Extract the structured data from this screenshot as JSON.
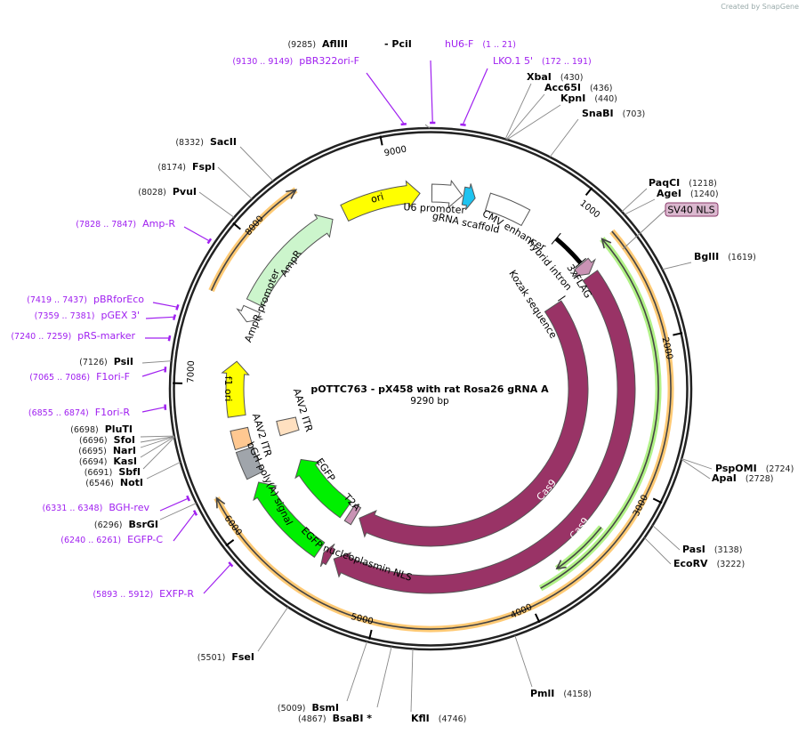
{
  "credit": "Created by SnapGene",
  "title": "pOTTC763 - pX458 with rat Rosa26 gRNA A",
  "length_label": "9290 bp",
  "length": 9290,
  "ticks": [
    "1000",
    "2000",
    "3000",
    "4000",
    "5000",
    "6000",
    "7000",
    "8000",
    "9000"
  ],
  "features": [
    {
      "name": "ori",
      "start": 8617,
      "end": 9210,
      "track": "A",
      "color": "#ffff00",
      "dir": "cw"
    },
    {
      "name": "U6 promoter",
      "start": 10,
      "end": 241,
      "track": "A",
      "color": "#ffffff",
      "dir": "cw"
    },
    {
      "name": "gRNA scaffold",
      "start": 250,
      "end": 340,
      "track": "A",
      "color": "#1ec3f0",
      "dir": "cw"
    },
    {
      "name": "CMV enhancer",
      "start": 440,
      "end": 750,
      "track": "A",
      "color": "#ffffff",
      "dir": "none"
    },
    {
      "name": "hybrid intron",
      "start": 1030,
      "end": 1290,
      "track": "A",
      "color": "#000000",
      "dir": "bar"
    },
    {
      "name": "3xFLAG",
      "start": 1300,
      "end": 1395,
      "track": "A",
      "color": "#c993b4",
      "dir": "cw"
    },
    {
      "name": "Cas9",
      "start": 1410,
      "end": 5410,
      "track": "A",
      "color": "#993366",
      "dir": "cw"
    },
    {
      "name": "nucleoplasmin NLS",
      "start": 5440,
      "end": 5500,
      "track": "A",
      "color": "#993366",
      "dir": "cw"
    },
    {
      "name": "EGFP",
      "start": 5538,
      "end": 6232,
      "track": "A",
      "color": "#00f000",
      "dir": "cw"
    },
    {
      "name": "bGH poly(A) signal",
      "start": 6290,
      "end": 6500,
      "track": "A",
      "color": "#a0a5ab",
      "dir": "none"
    },
    {
      "name": "AAV2 ITR",
      "start": 6520,
      "end": 6660,
      "track": "A",
      "color": "#ffc891",
      "dir": "none"
    },
    {
      "name": "f1 ori",
      "start": 6760,
      "end": 7175,
      "track": "A",
      "color": "#ffff00",
      "dir": "cw"
    },
    {
      "name": "AmpR promoter",
      "start": 7484,
      "end": 7587,
      "track": "A",
      "color": "#ffffff",
      "dir": "ccw"
    },
    {
      "name": "AmpR",
      "start": 7640,
      "end": 8516,
      "track": "A",
      "color": "#ccf5cc",
      "dir": "cw"
    },
    {
      "name": "Kozak sequence",
      "start": 1430,
      "end": 1440,
      "track": "B",
      "color": "#000000",
      "dir": "tick"
    },
    {
      "name": "Cas9",
      "start": 1445,
      "end": 5390,
      "track": "B",
      "color": "#993366",
      "dir": "cw"
    },
    {
      "name": "T2A",
      "start": 5430,
      "end": 5500,
      "track": "B",
      "color": "#c993b4",
      "dir": "none"
    },
    {
      "name": "EGFP",
      "start": 5550,
      "end": 6230,
      "track": "B",
      "color": "#00f000",
      "dir": "cw"
    },
    {
      "name": "AAV2 ITR",
      "start": 6520,
      "end": 6660,
      "track": "B",
      "color": "#ffe0c0",
      "dir": "none"
    }
  ],
  "orfs": [
    {
      "start": 7590,
      "end": 8410,
      "color": "#ffc466",
      "ring": "orange",
      "dir": "cw"
    },
    {
      "start": 1265,
      "end": 6270,
      "color": "#ffc466",
      "ring": "orange",
      "dir": "cw"
    },
    {
      "start": 1260,
      "end": 3900,
      "color": "#a8f07a",
      "ring": "green1",
      "dir": "ccw"
    },
    {
      "start": 3330,
      "end": 3740,
      "color": "#a8f07a",
      "ring": "green2",
      "dir": "cw"
    }
  ],
  "sv40_nls": "SV40 NLS",
  "sites": [
    {
      "name": "AflIII",
      "pos": "(9285)",
      "bp": 9285
    },
    {
      "name": "- PciI",
      "pos": "",
      "bp": 9285
    },
    {
      "name": "XbaI",
      "pos": "(430)",
      "bp": 430
    },
    {
      "name": "Acc65I",
      "pos": "(436)",
      "bp": 436
    },
    {
      "name": "KpnI",
      "pos": "(440)",
      "bp": 440
    },
    {
      "name": "SnaBI",
      "pos": "(703)",
      "bp": 703
    },
    {
      "name": "PaqCI",
      "pos": "(1218)",
      "bp": 1218
    },
    {
      "name": "AgeI",
      "pos": "(1240)",
      "bp": 1240
    },
    {
      "name": "BglII",
      "pos": "(1619)",
      "bp": 1619
    },
    {
      "name": "PspOMI",
      "pos": "(2724)",
      "bp": 2724
    },
    {
      "name": "ApaI",
      "pos": "(2728)",
      "bp": 2728
    },
    {
      "name": "PasI",
      "pos": "(3138)",
      "bp": 3138
    },
    {
      "name": "EcoRV",
      "pos": "(3222)",
      "bp": 3222
    },
    {
      "name": "PmlI",
      "pos": "(4158)",
      "bp": 4158
    },
    {
      "name": "KflI",
      "pos": "(4746)",
      "bp": 4746
    },
    {
      "name": "BsaBI *",
      "pos": "(4867)",
      "bp": 4867
    },
    {
      "name": "BsmI",
      "pos": "(5009)",
      "bp": 5009
    },
    {
      "name": "FseI",
      "pos": "(5501)",
      "bp": 5501
    },
    {
      "name": "BsrGI",
      "pos": "(6296)",
      "bp": 6296
    },
    {
      "name": "NotI",
      "pos": "(6546)",
      "bp": 6546
    },
    {
      "name": "SbfI",
      "pos": "(6691)",
      "bp": 6691
    },
    {
      "name": "KasI",
      "pos": "(6694)",
      "bp": 6694
    },
    {
      "name": "NarI",
      "pos": "(6695)",
      "bp": 6695
    },
    {
      "name": "SfoI",
      "pos": "(6696)",
      "bp": 6696
    },
    {
      "name": "PluTI",
      "pos": "(6698)",
      "bp": 6698
    },
    {
      "name": "PsiI",
      "pos": "(7126)",
      "bp": 7126
    },
    {
      "name": "PvuI",
      "pos": "(8028)",
      "bp": 8028
    },
    {
      "name": "FspI",
      "pos": "(8174)",
      "bp": 8174
    },
    {
      "name": "SacII",
      "pos": "(8332)",
      "bp": 8332
    }
  ],
  "primers": [
    {
      "name": "hU6-F",
      "range": "(1 .. 21)",
      "bp": 11
    },
    {
      "name": "LKO.1 5'",
      "range": "(172 .. 191)",
      "bp": 181
    },
    {
      "name": "pBR322ori-F",
      "range": "(9130 .. 9149)",
      "bp": 9140
    },
    {
      "name": "Amp-R",
      "range": "(7828 .. 7847)",
      "bp": 7838
    },
    {
      "name": "pBRforEco",
      "range": "(7419 .. 7437)",
      "bp": 7428
    },
    {
      "name": "pGEX 3'",
      "range": "(7359 .. 7381)",
      "bp": 7370
    },
    {
      "name": "pRS-marker",
      "range": "(7240 .. 7259)",
      "bp": 7250
    },
    {
      "name": "F1ori-F",
      "range": "(7065 .. 7086)",
      "bp": 7075
    },
    {
      "name": "F1ori-R",
      "range": "(6855 .. 6874)",
      "bp": 6865
    },
    {
      "name": "BGH-rev",
      "range": "(6331 .. 6348)",
      "bp": 6340
    },
    {
      "name": "EGFP-C",
      "range": "(6240 .. 6261)",
      "bp": 6250
    },
    {
      "name": "EXFP-R",
      "range": "(5893 .. 5912)",
      "bp": 5902
    }
  ]
}
